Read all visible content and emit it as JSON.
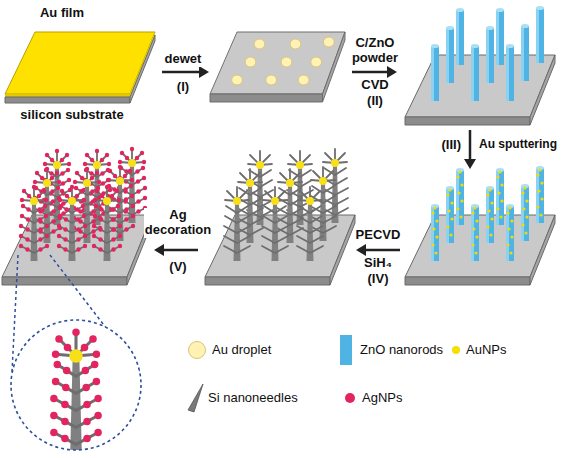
{
  "diagram": {
    "labels": [
      "Au film",
      "silicon substrate",
      "dewet",
      "(I)",
      "C/ZnO powder",
      "CVD",
      "(II)",
      "(III)",
      "Au sputtering",
      "PECVD",
      "SiH₄",
      "(IV)",
      "Ag decoration",
      "(V)"
    ],
    "legend": [
      {
        "text": "Au droplet",
        "color": "#fff2b3"
      },
      {
        "text": "ZnO nanorods",
        "color": "#4fb3e3"
      },
      {
        "text": "AuNPs",
        "color": "#f5e000"
      },
      {
        "text": "Si nanoneedles"
      },
      {
        "text": "AgNPs",
        "color": "#e3245f"
      }
    ]
  }
}
